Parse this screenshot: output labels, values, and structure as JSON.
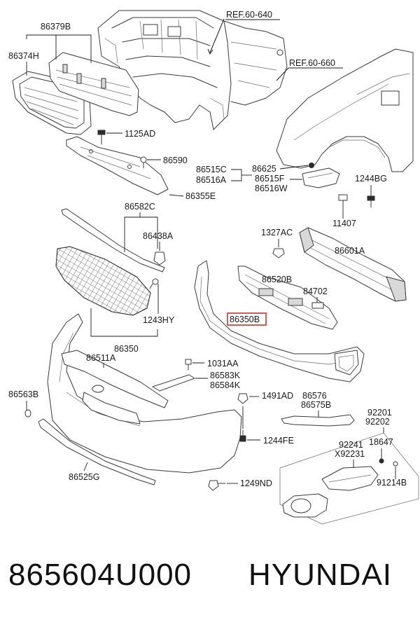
{
  "labels": {
    "ref_640": "REF.60-640",
    "ref_660": "REF.60-660",
    "p86379B": "86379B",
    "p86374H": "86374H",
    "p1125AD": "1125AD",
    "p86590": "86590",
    "p86515C": "86515C",
    "p86516A": "86516A",
    "p86625": "86625",
    "p86515F": "86515F",
    "p86516W": "86516W",
    "p1244BG": "1244BG",
    "p86355E": "86355E",
    "p86582C": "86582C",
    "p86438A": "86438A",
    "p1327AC": "1327AC",
    "p11407": "11407",
    "p86601A": "86601A",
    "p86520B": "86520B",
    "p84702": "84702",
    "p86350B": "86350B",
    "p1243HY": "1243HY",
    "p86350": "86350",
    "p86511A": "86511A",
    "p1031AA": "1031AA",
    "p86583K": "86583K",
    "p86584K": "86584K",
    "p86563B": "86563B",
    "p1491AD": "1491AD",
    "p86576": "86576",
    "p86575B": "86575B",
    "p92201": "92201",
    "p92202": "92202",
    "p1244FE": "1244FE",
    "p92241": "92241",
    "pX92231": "X92231",
    "p18647": "18647",
    "p91214B": "91214B",
    "p86525G": "86525G",
    "p1249ND": "1249ND"
  },
  "highlight_color": "#c0392b",
  "footer": {
    "part_number": "865604U000",
    "brand": "HYUNDAI"
  }
}
